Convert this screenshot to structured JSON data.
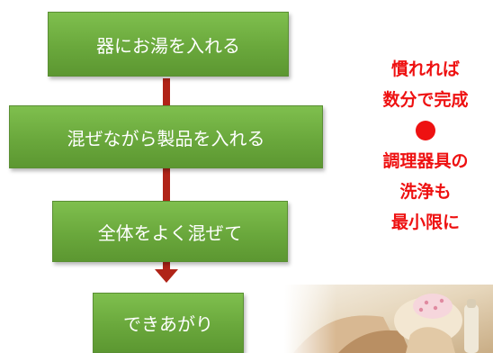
{
  "flow": {
    "steps": [
      "器にお湯を入れる",
      "混ぜながら製品を入れる",
      "全体をよく混ぜて",
      "できあがり"
    ]
  },
  "note": {
    "lines_top": [
      "慣れれば",
      "数分で完成"
    ],
    "separator": "●",
    "lines_bottom": [
      "調理器具の",
      "洗浄も",
      "最小限に"
    ]
  },
  "colors": {
    "step_fill": "#6aa83c",
    "connector": "#b02418",
    "note_text": "#ee1111"
  }
}
